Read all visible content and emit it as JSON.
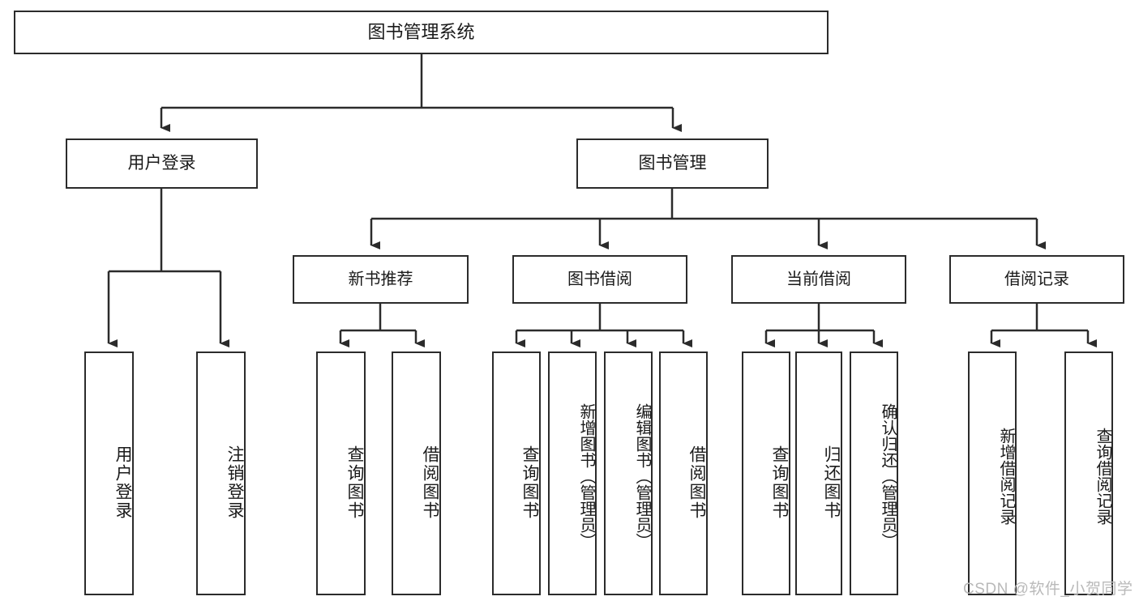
{
  "diagram": {
    "type": "tree",
    "title": "图书管理系统",
    "colors": {
      "box_border": "#2b2b2b",
      "box_fill": "#ffffff",
      "connector": "#2b2b2b",
      "watermark": "#b9b9b9",
      "background": "#ffffff"
    },
    "root": {
      "label": "图书管理系统"
    },
    "level1": [
      {
        "label": "用户登录"
      },
      {
        "label": "图书管理"
      }
    ],
    "level2": [
      {
        "label": "新书推荐"
      },
      {
        "label": "图书借阅"
      },
      {
        "label": "当前借阅"
      },
      {
        "label": "借阅记录"
      }
    ],
    "leaves": {
      "user_login": [
        {
          "label": "用户登录"
        },
        {
          "label": "注销登录"
        }
      ],
      "new_book_recommend": [
        {
          "label": "查询图书"
        },
        {
          "label": "借阅图书"
        }
      ],
      "book_borrow": [
        {
          "label": "查询图书"
        },
        {
          "label": "新增图书（管理员）"
        },
        {
          "label": "编辑图书（管理员）"
        },
        {
          "label": "借阅图书"
        }
      ],
      "current_borrow": [
        {
          "label": "查询图书"
        },
        {
          "label": "归还图书"
        },
        {
          "label": "确认归还（管理员）"
        }
      ],
      "borrow_record": [
        {
          "label": "新增借阅记录"
        },
        {
          "label": "查询借阅记录"
        }
      ]
    }
  },
  "watermark": {
    "text": "CSDN @软件_小贺同学"
  }
}
